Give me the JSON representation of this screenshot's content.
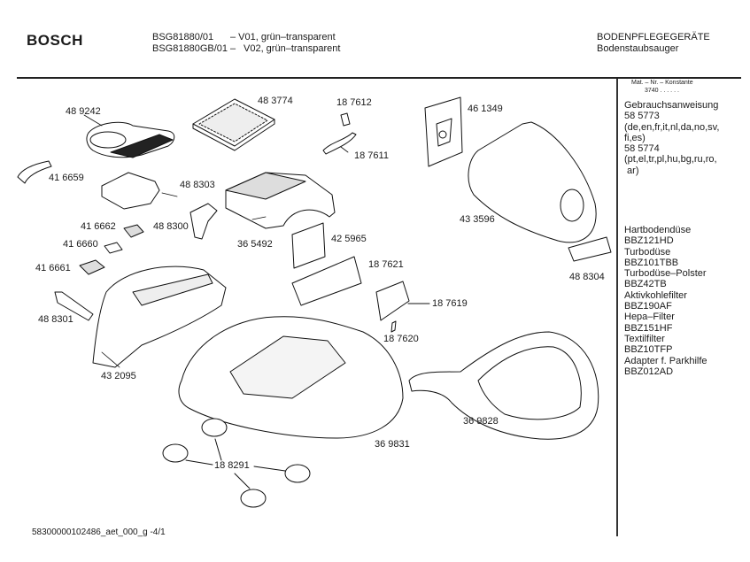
{
  "header": {
    "brand": "BOSCH",
    "models": [
      {
        "number": "BSG81880/01",
        "variant": "– V01, grün–transparent"
      },
      {
        "number": "BSG81880GB/01 –",
        "variant": "V02, grün–transparent"
      }
    ],
    "category": "BODENPFLEGEGERÄTE",
    "subcategory": "Bodenstaubsauger"
  },
  "sidebar": {
    "mat_label": "Mat. – Nr. – Konstante",
    "mat_value": "3740 . . . . . .",
    "manual_lines": [
      "Gebrauchsanweisung",
      "58 5773",
      "(de,en,fr,it,nl,da,no,sv,",
      "fi,es)",
      "58 5774",
      "(pt,el,tr,pl,hu,bg,ru,ro,",
      " ar)"
    ],
    "accessories": [
      "Hartbodendüse",
      "BBZ121HD",
      "Turbodüse",
      "BBZ101TBB",
      "Turbodüse–Polster",
      "BBZ42TB",
      "Aktivkohlefilter",
      "BBZ190AF",
      "Hepa–Filter",
      "BBZ151HF",
      "Textilfilter",
      "BBZ10TFP",
      "Adapter f. Parkhilfe",
      "BBZ012AD"
    ]
  },
  "parts": [
    {
      "id": "48 9242"
    },
    {
      "id": "48 3774"
    },
    {
      "id": "18 7612"
    },
    {
      "id": "46 1349"
    },
    {
      "id": "41 6659"
    },
    {
      "id": "48 8303"
    },
    {
      "id": "18 7611"
    },
    {
      "id": "41 6662"
    },
    {
      "id": "48 8300"
    },
    {
      "id": "36 5492"
    },
    {
      "id": "41 6660"
    },
    {
      "id": "42 5965"
    },
    {
      "id": "43 3596"
    },
    {
      "id": "41 6661"
    },
    {
      "id": "18 7621"
    },
    {
      "id": "48 8304"
    },
    {
      "id": "18 7619"
    },
    {
      "id": "48 8301"
    },
    {
      "id": "18 7620"
    },
    {
      "id": "43 2095"
    },
    {
      "id": "36 9828"
    },
    {
      "id": "36 9831"
    },
    {
      "id": "18 8291"
    }
  ],
  "footer": {
    "doc_id": "58300000102486_aet_000_g -4/1"
  }
}
